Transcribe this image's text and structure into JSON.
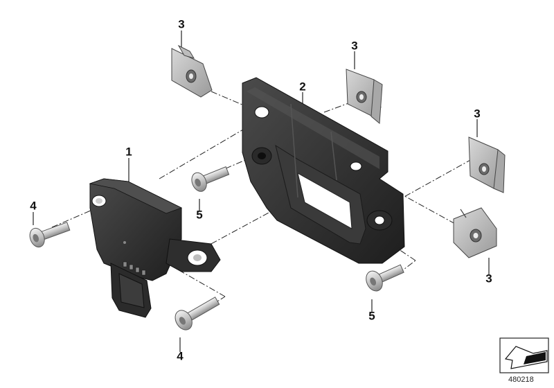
{
  "diagram": {
    "callouts": {
      "sensor": "1",
      "bracket": "2",
      "clip_nut_top_left": "3",
      "clip_nut_top_middle": "3",
      "clip_nut_right_upper": "3",
      "clip_nut_right_lower": "3",
      "bolt_left_upper": "4",
      "bolt_left_lower": "4",
      "bolt_middle": "5",
      "bolt_right": "5"
    },
    "document_number": "480218",
    "colors": {
      "part_dark": "#2a2a2a",
      "part_mid": "#4a4a4a",
      "metal_light": "#c8c8c8",
      "metal_dark": "#8c8c8c",
      "leader_line": "#222222",
      "label": "#111111"
    }
  }
}
